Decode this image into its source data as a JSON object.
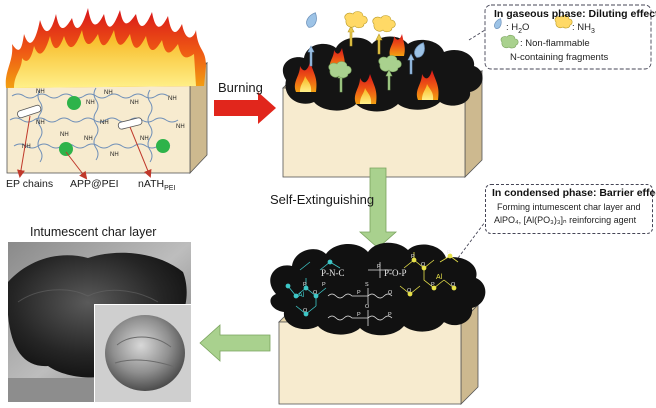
{
  "labels": {
    "burning": "Burning",
    "self_extinguishing": "Self-Extinguishing",
    "char_title": "Intumescent char layer",
    "ep_chains": "EP chains",
    "app_pei": "APP@PEI",
    "nath_main": "nATH",
    "nath_sub": "PEI",
    "nh": "NH"
  },
  "gas_box": {
    "title": "In gaseous phase: Diluting effect",
    "h2o_pre": ": H",
    "h2o_sub": "2",
    "h2o_post": "O",
    "nh3_pre": ": NH",
    "nh3_sub": "3",
    "nonflam_1": ": Non-flammable",
    "nonflam_2": "N-containing fragments"
  },
  "condensed_box": {
    "title": "In condensed phase: Barrier effect",
    "line1": "Forming intumescent char layer and",
    "line2": "AlPO₄, [Al(PO₃)₃]ₙ reinforcing agent"
  },
  "char_labels": {
    "pnc": "P-N-C",
    "pop": "P-O-P",
    "al": "Al"
  },
  "colors": {
    "fire_outer": "#e8261a",
    "fire_inner": "#f6c21a",
    "red_arrow": "#e1261c",
    "green_arrow": "#a9d18e",
    "block_face": "#f7ebcf",
    "block_side": "#cdb98f",
    "char": "#111111",
    "cyan": "#3ec8c8",
    "yellow_chem": "#e7e14a",
    "h2o": "#9dc3e6",
    "nh3": "#ffd966",
    "nfrag": "#a9d18e",
    "app_bead": "#2eb34a",
    "chain": "#6f8fb8"
  }
}
